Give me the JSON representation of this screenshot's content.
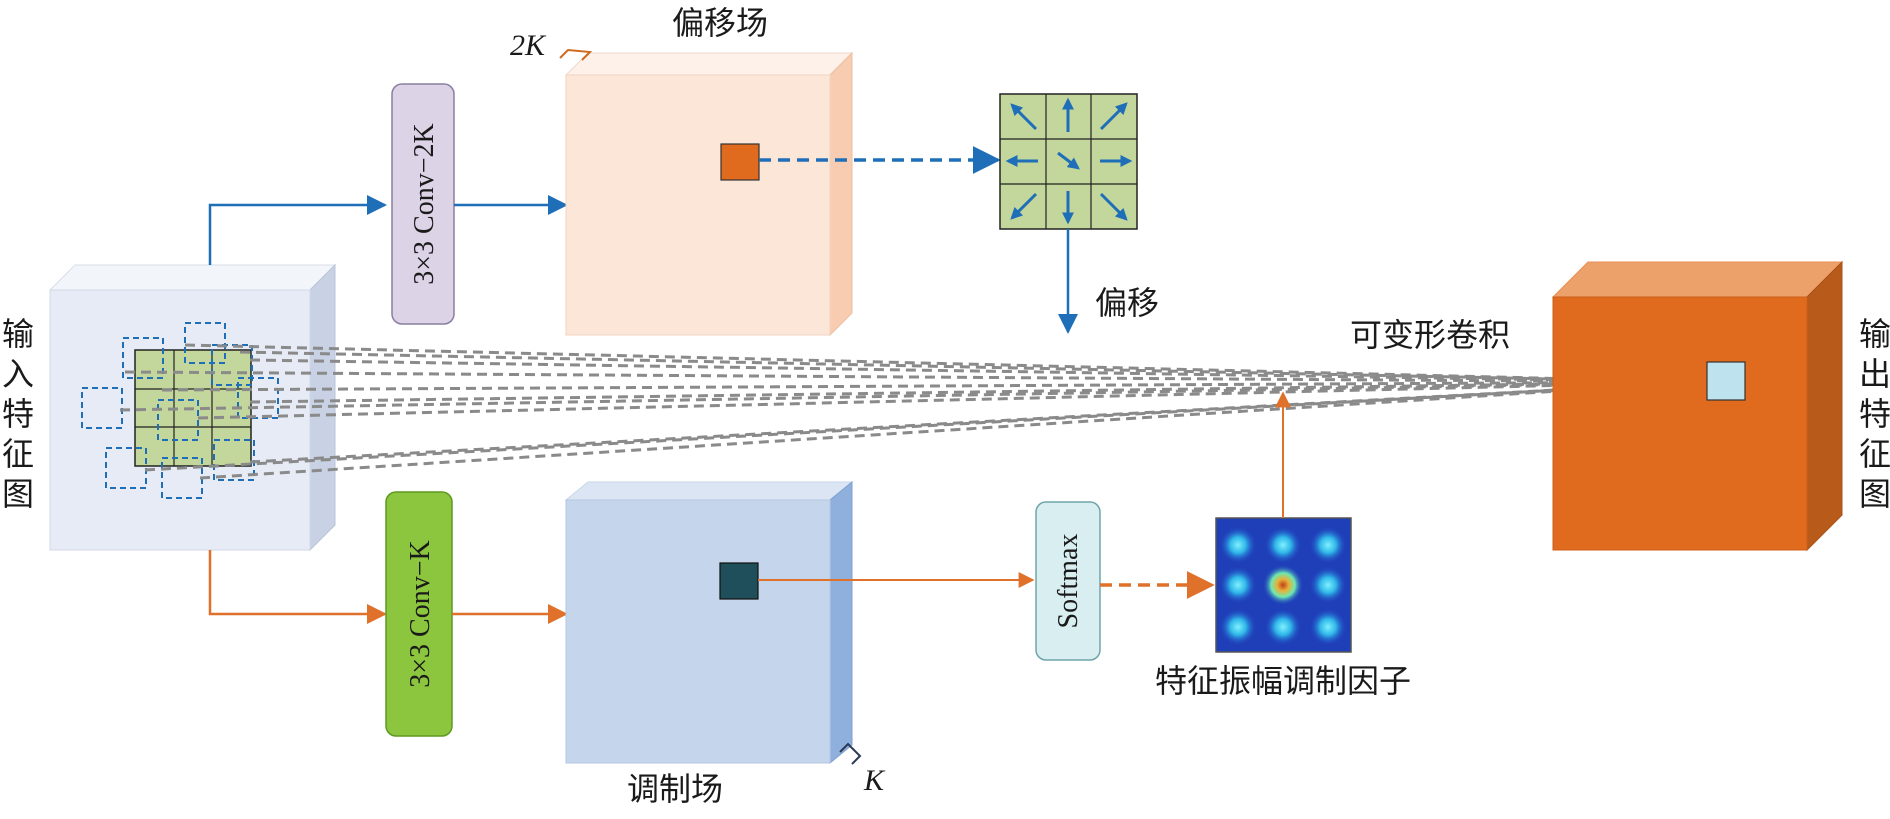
{
  "labels": {
    "input_feature_map": "输入特征图",
    "output_feature_map": "输出特征图",
    "offset_field": "偏移场",
    "modulation_field": "调制场",
    "offset": "偏移",
    "deformable_conv": "可变形卷积",
    "amplitude_factor": "特征振幅调制因子",
    "conv_top": "3×3 Conv−2K",
    "conv_bottom": "3×3 Conv−K",
    "softmax": "Softmax",
    "dim_2k": "2K",
    "dim_k": "K"
  },
  "colors": {
    "blue_arrow": "#1f6fb8",
    "orange_arrow": "#e0712a",
    "gray_dashed": "#8a8a8a",
    "input_cube": "#e6ebf5",
    "offset_cube": "#fbe6d8",
    "modulation_cube": "#c5d5ec",
    "output_cube": "#e06a1e",
    "grid_green": "#c3d69b",
    "conv_top_box": "#dcd3e6",
    "conv_bottom_box": "#8cc63f",
    "softmax_box": "#d9eef0"
  },
  "offset_arrows": [
    "up-left",
    "up",
    "up-right",
    "left",
    "down-right",
    "right",
    "down-left",
    "down",
    "down-right"
  ]
}
